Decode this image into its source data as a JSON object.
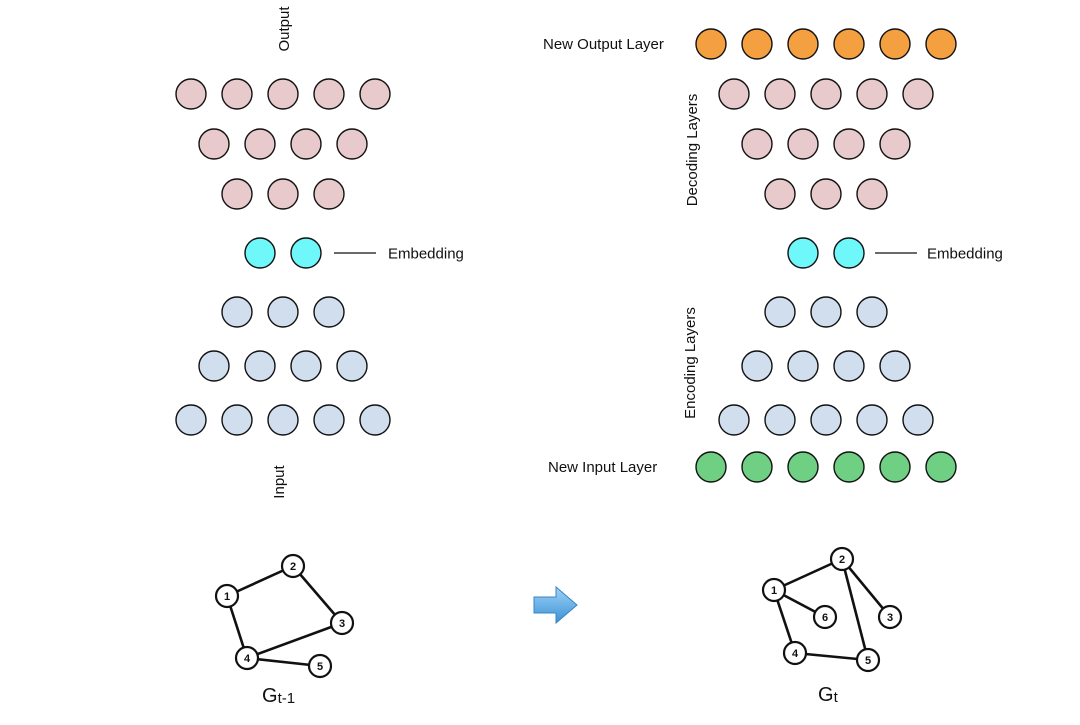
{
  "colors": {
    "decoder": "#e8c9cc",
    "embedding": "#6ff8fa",
    "encoder": "#d0deee",
    "new_output": "#f5a040",
    "new_input": "#6fcf83",
    "arrow_start": "#9fd3f7",
    "arrow_end": "#3b92d6"
  },
  "left": {
    "output_label": "Output",
    "embedding_label": "Embedding",
    "input_label": "Input",
    "graph_title_main": "G",
    "graph_title_sub": "t-1",
    "graph_nodes": [
      "1",
      "2",
      "3",
      "4",
      "5"
    ],
    "graph_edges": [
      [
        "1",
        "2"
      ],
      [
        "1",
        "4"
      ],
      [
        "2",
        "3"
      ],
      [
        "3",
        "4"
      ],
      [
        "4",
        "5"
      ]
    ]
  },
  "right": {
    "new_output_label": "New Output Layer",
    "decoding_label": "Decoding Layers",
    "embedding_label": "Embedding",
    "encoding_label": "Encoding Layers",
    "new_input_label": "New Input  Layer",
    "graph_title_main": "G",
    "graph_title_sub": "t",
    "graph_nodes": [
      "1",
      "2",
      "3",
      "4",
      "5",
      "6"
    ],
    "graph_edges": [
      [
        "1",
        "2"
      ],
      [
        "1",
        "6"
      ],
      [
        "1",
        "4"
      ],
      [
        "2",
        "3"
      ],
      [
        "2",
        "5"
      ],
      [
        "4",
        "5"
      ]
    ]
  },
  "layers": {
    "left": [
      {
        "role": "decoder",
        "count": 5
      },
      {
        "role": "decoder",
        "count": 4
      },
      {
        "role": "decoder",
        "count": 3
      },
      {
        "role": "embedding",
        "count": 2
      },
      {
        "role": "encoder",
        "count": 3
      },
      {
        "role": "encoder",
        "count": 4
      },
      {
        "role": "encoder",
        "count": 5
      }
    ],
    "right": [
      {
        "role": "new_output",
        "count": 6
      },
      {
        "role": "decoder",
        "count": 5
      },
      {
        "role": "decoder",
        "count": 4
      },
      {
        "role": "decoder",
        "count": 3
      },
      {
        "role": "embedding",
        "count": 2
      },
      {
        "role": "encoder",
        "count": 3
      },
      {
        "role": "encoder",
        "count": 4
      },
      {
        "role": "encoder",
        "count": 5
      },
      {
        "role": "new_input",
        "count": 6
      }
    ]
  }
}
